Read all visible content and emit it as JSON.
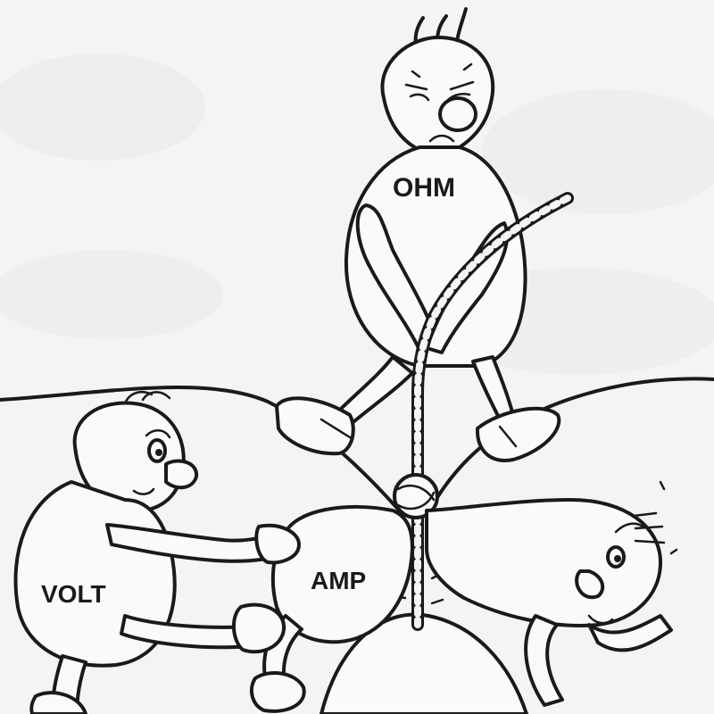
{
  "characters": {
    "ohm": {
      "label": "OHM"
    },
    "volt": {
      "label": "VOLT"
    },
    "amp": {
      "label": "AMP"
    }
  },
  "colors": {
    "ink": "#1a1a1a",
    "paper": "#f4f4f4"
  }
}
